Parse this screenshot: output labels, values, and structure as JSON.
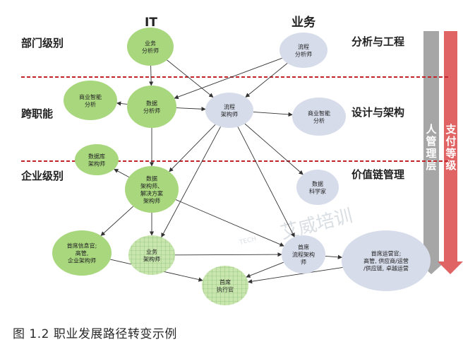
{
  "headers": {
    "it": "IT",
    "business": "业务"
  },
  "levels": {
    "dept": "部门级别",
    "cross": "跨职能",
    "enterprise": "企业级别"
  },
  "right_labels": {
    "analysis": "分析与工程",
    "design": "设计与架构",
    "value_chain": "价值链管理"
  },
  "arrows": {
    "gray": "人管理层",
    "red": "支付等级"
  },
  "watermark": "艾威培训",
  "watermark_small": "TECH",
  "caption": "图 1.2  职业发展路径转变示例",
  "colors": {
    "green": "#a8d77e",
    "lavender": "#d6dcea",
    "checker_base": "#c9e6ae",
    "dashed_line": "#c0252b",
    "arrow_gray": "#a6a6a6",
    "arrow_red": "#e06464"
  },
  "nodes": {
    "it_business_analyst": [
      "业务",
      "分析师"
    ],
    "process_analyst": [
      "流程",
      "分析师"
    ],
    "bi_analyst_left": [
      "商业智能",
      "分析"
    ],
    "data_analyst": [
      "数据",
      "分析师"
    ],
    "process_architect": [
      "流程",
      "架构师"
    ],
    "bi_analyst_right": [
      "商业智能",
      "分析"
    ],
    "database_architect": [
      "数据库",
      "架构师"
    ],
    "data_solution_architect": [
      "数据",
      "架构师、",
      "解决方案",
      "架构师"
    ],
    "data_scientist": [
      "数据",
      "科学家"
    ],
    "cio": [
      "首席信息官;",
      "高管,",
      "企业架构师"
    ],
    "business_architect": [
      "业务",
      "架构师"
    ],
    "chief_process_architect": [
      "首席",
      "流程架构",
      "师"
    ],
    "coo": [
      "首席运营官;",
      "高管, 供应商/运营",
      "/供应链, 卓越运营"
    ],
    "ceo": [
      "首席",
      "执行官"
    ]
  }
}
